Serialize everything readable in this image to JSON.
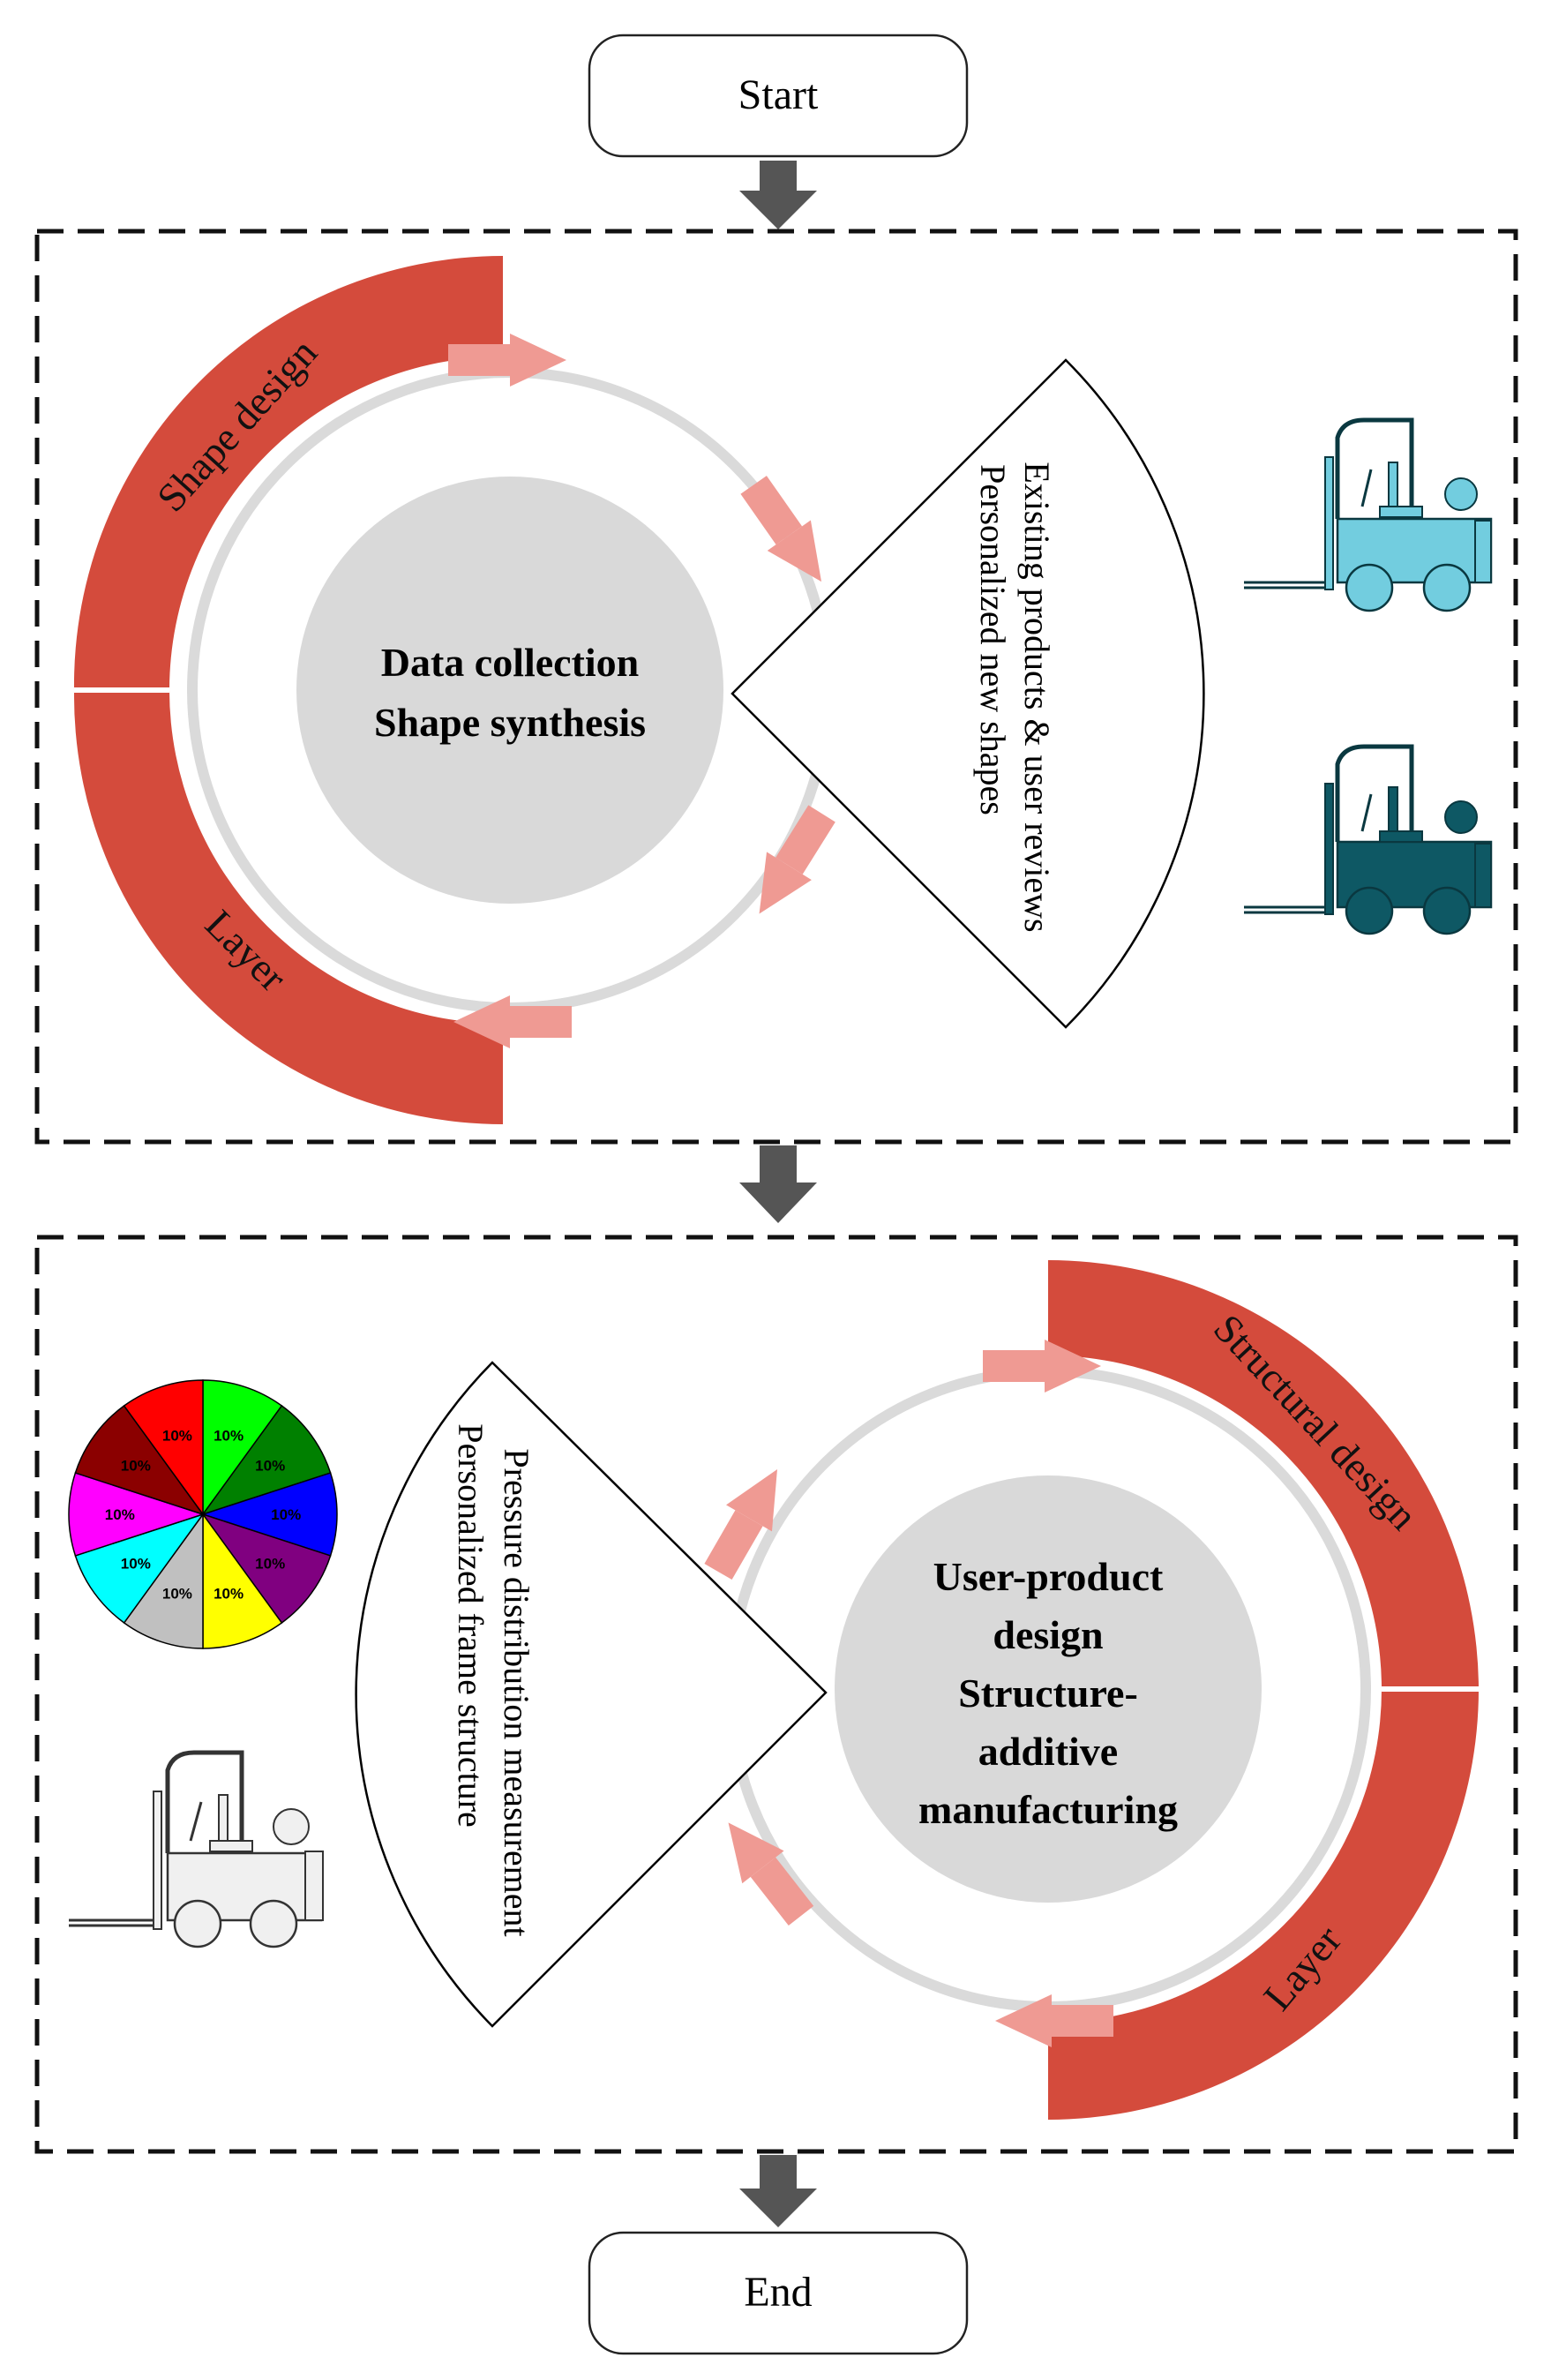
{
  "colors": {
    "band": "#d44b3c",
    "pink_arrow": "#ef9a93",
    "hub": "#d9d9d9",
    "ring": "#dadada",
    "flow_arrow": "#555555",
    "forklift_light": "#72cddf",
    "forklift_dark": "#0e5864",
    "forklift_plain": "#f0f0f0"
  },
  "start": {
    "label": "Start"
  },
  "end": {
    "label": "End"
  },
  "stage1": {
    "hub_lines": [
      "Data collection",
      "Shape synthesis"
    ],
    "sector_lines": [
      "Existing products & user reviews",
      "Personalized new shapes"
    ],
    "band_top_label": "Shape design",
    "band_bottom_label": "Layer",
    "icons": [
      "forklift-light-blue-icon",
      "forklift-dark-teal-icon"
    ]
  },
  "stage2": {
    "hub_lines": [
      "User-product",
      "design",
      "Structure-",
      "additive",
      "manufacturing"
    ],
    "sector_lines": [
      "Pressure distribution measurement",
      "Personalized frame structure"
    ],
    "band_top_label": "Structural design",
    "band_bottom_label": "Layer",
    "icons": [
      "pie-chart-icon",
      "forklift-outline-icon"
    ]
  },
  "pie": {
    "slices": [
      {
        "label": "10%",
        "color": "#00ff00"
      },
      {
        "label": "10%",
        "color": "#008000"
      },
      {
        "label": "10%",
        "color": "#0000ff"
      },
      {
        "label": "10%",
        "color": "#800080"
      },
      {
        "label": "10%",
        "color": "#ffff00"
      },
      {
        "label": "10%",
        "color": "#c0c0c0"
      },
      {
        "label": "10%",
        "color": "#00ffff"
      },
      {
        "label": "10%",
        "color": "#ff00ff"
      },
      {
        "label": "10%",
        "color": "#8b0000"
      },
      {
        "label": "10%",
        "color": "#ff0000"
      }
    ]
  }
}
